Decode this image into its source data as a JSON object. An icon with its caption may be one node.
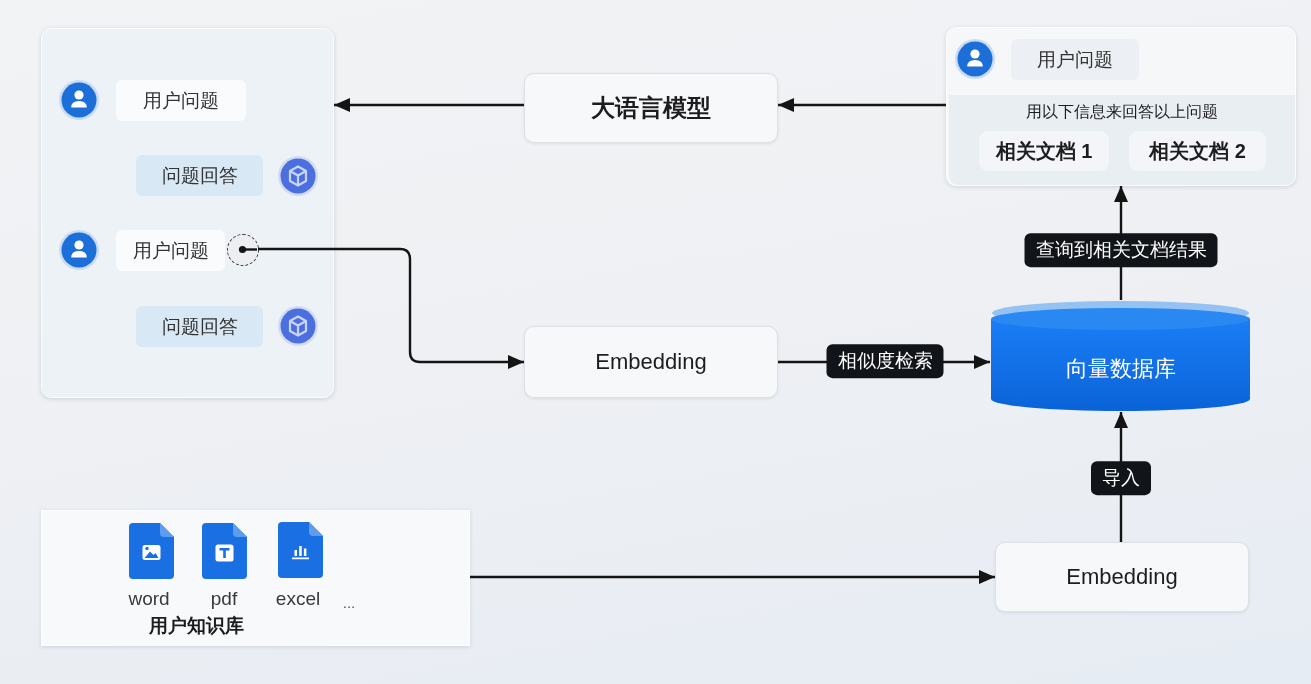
{
  "diagram": {
    "nodes": [
      {
        "text": [],
        "shape": "box"
      },
      {
        "text": [
          "用户问题"
        ],
        "in": 0
      },
      {
        "text": [
          "问题回答"
        ],
        "in": 0
      },
      {
        "text": [
          "用户问题"
        ],
        "in": 0
      },
      {
        "text": [],
        "shape": "circle",
        "in": 0
      },
      {
        "text": [
          "问题回答"
        ],
        "in": 0
      },
      {
        "text": [
          "大语言模型"
        ]
      },
      {
        "text": [],
        "shape": "box"
      },
      {
        "text": [
          "用户问题"
        ],
        "in": 7
      },
      {
        "text": [
          "用以下信息来回答以上问题"
        ],
        "in": 7
      },
      {
        "text": [
          "相关文档 1"
        ],
        "in": 9
      },
      {
        "text": [
          "相关文档 2"
        ],
        "in": 9
      },
      {
        "text": [
          "Embedding"
        ]
      },
      {
        "text": [
          "向量数据库"
        ]
      },
      {
        "text": [
          "word",
          "pdf",
          "excel",
          "...",
          "用户知识库"
        ]
      },
      {
        "text": [
          "Embedding"
        ]
      }
    ],
    "edges": [
      {
        "from": 6,
        "to": 0,
        "arrow": "to"
      },
      {
        "from": 7,
        "to": 6,
        "arrow": "to"
      },
      {
        "from": 4,
        "to": 12,
        "arrow": "to"
      },
      {
        "from": 12,
        "to": 13,
        "arrow": "to",
        "label": "相似度检索"
      },
      {
        "from": 13,
        "to": 7,
        "arrow": "to",
        "label": "查询到相关文档结果"
      },
      {
        "from": 15,
        "to": 13,
        "arrow": "to",
        "label": "导入"
      },
      {
        "from": 14,
        "to": 15,
        "arrow": "to"
      }
    ]
  }
}
